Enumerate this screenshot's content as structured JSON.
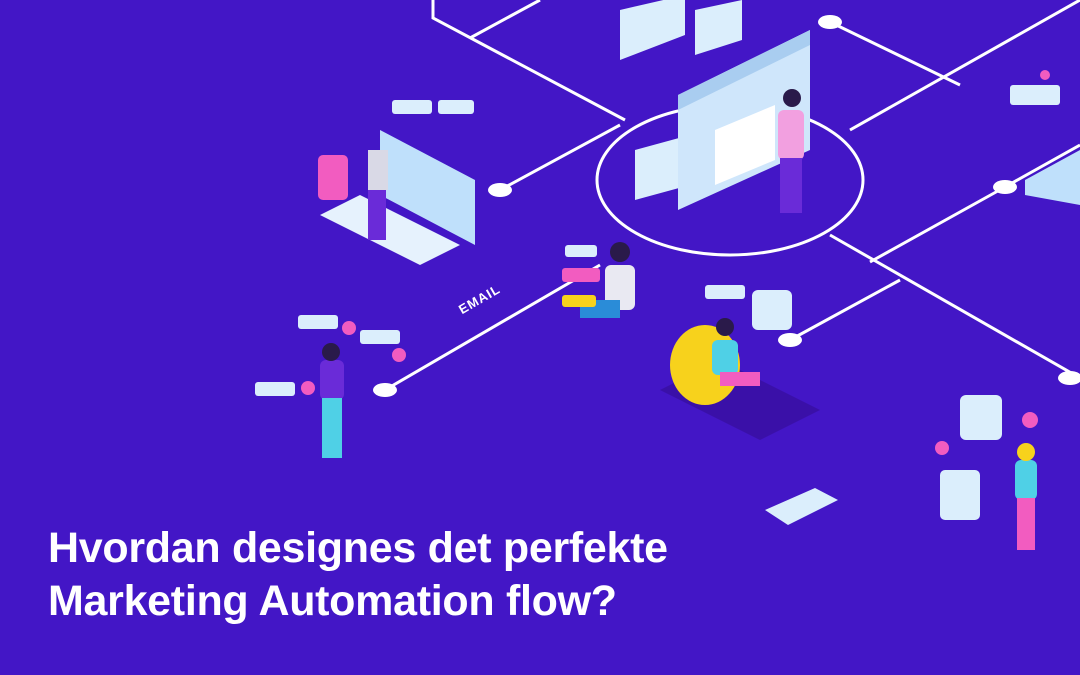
{
  "title": {
    "line1": "Hvordan designes det perfekte",
    "line2": "Marketing Automation flow?"
  },
  "illustration": {
    "connector_label": "EMAIL"
  },
  "colors": {
    "background": "#4316c6",
    "lines": "#ffffff",
    "device": "#dbeefc",
    "accent_pink": "#f25cc0",
    "accent_yellow": "#f7d21c"
  }
}
